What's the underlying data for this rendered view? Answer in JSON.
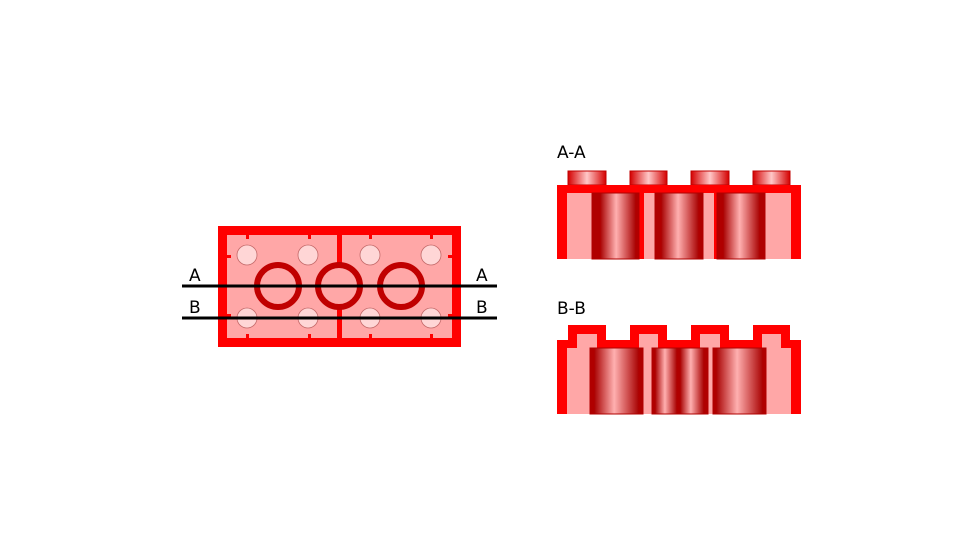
{
  "plan_view": {
    "section_line_a": {
      "left_label": "A",
      "right_label": "A"
    },
    "section_line_b": {
      "left_label": "B",
      "right_label": "B"
    }
  },
  "section_a": {
    "title": "A-A"
  },
  "section_b": {
    "title": "B-B"
  },
  "colors": {
    "wall": "#ff0000",
    "fill": "#ffa7a7",
    "tube": "#c00000",
    "stud_light": "#ffd6d6",
    "line": "#000000"
  }
}
